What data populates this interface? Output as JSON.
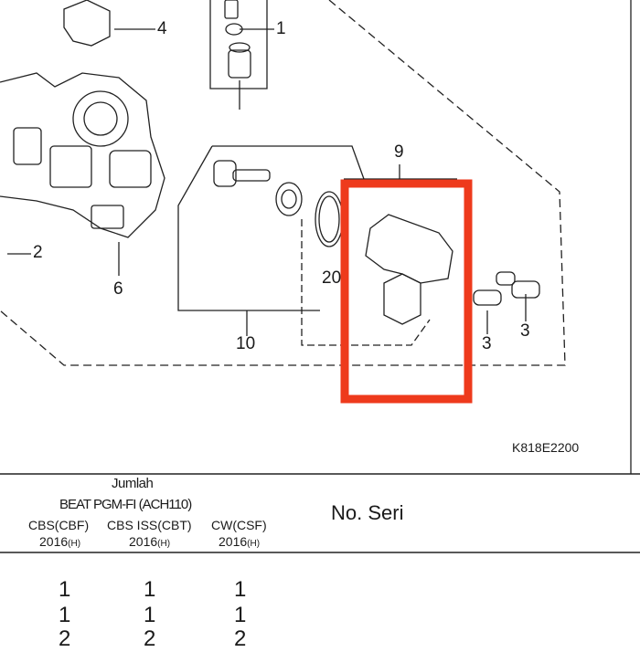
{
  "diagram": {
    "callouts": [
      "4",
      "1",
      "2",
      "6",
      "9",
      "10",
      "20",
      "3",
      "3"
    ],
    "code": "K818E2200",
    "highlight_color": "#ee3a1c"
  },
  "table": {
    "quantity_header": "Jumlah",
    "model": "BEAT PGM-FI (ACH110)",
    "serial_header": "No. Seri",
    "variants": [
      {
        "name": "CBS(CBF)",
        "year": "2016",
        "suffix": "(H)"
      },
      {
        "name": "CBS ISS(CBT)",
        "year": "2016",
        "suffix": "(H)"
      },
      {
        "name": "CW(CSF)",
        "year": "2016",
        "suffix": "(H)"
      }
    ],
    "rows": [
      [
        "1",
        "1",
        "1"
      ],
      [
        "1",
        "1",
        "1"
      ],
      [
        "2",
        "2",
        "2"
      ]
    ]
  }
}
